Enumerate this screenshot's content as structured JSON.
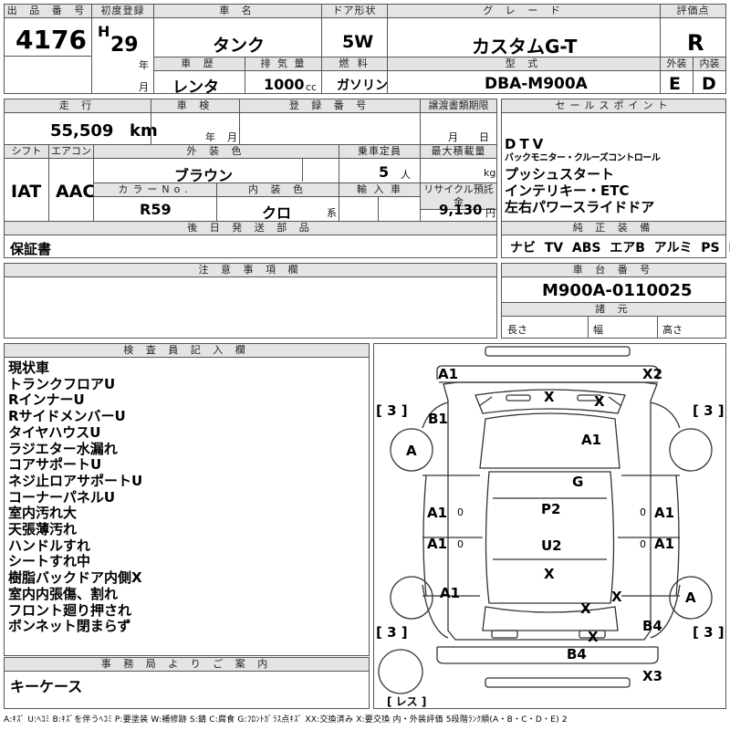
{
  "header": {
    "lot_label": "出 品 番 号",
    "lot_number": "4176",
    "first_reg_label": "初度登録",
    "era": "H",
    "year": "29",
    "year_unit": "年",
    "month_unit": "月",
    "car_name_label": "車 名",
    "car_name": "タンク",
    "door_label": "ドア形状",
    "door": "5W",
    "grade_label": "グ レ ー ド",
    "grade": "カスタムG-T",
    "score_label": "評価点",
    "score": "R",
    "history_label": "車 歴",
    "history": "レンタ",
    "displacement_label": "排 気 量",
    "displacement": "1000",
    "displacement_unit": "cc",
    "fuel_label": "燃 料",
    "fuel": "ガソリン",
    "model_label": "型 式",
    "model": "DBA-M900A",
    "exterior_label": "外装",
    "exterior": "E",
    "interior_label": "内装",
    "interior": "D"
  },
  "specs": {
    "mileage_label": "走 行",
    "mileage": "55,509",
    "mileage_unit": "km",
    "inspection_label": "車 検",
    "inspection_year_unit": "年",
    "inspection_month_unit": "月",
    "reg_no_label": "登 録 番 号",
    "transfer_label": "譲渡書類期限",
    "transfer_month_unit": "月",
    "transfer_day_unit": "日",
    "shift_label": "シフト",
    "shift": "IAT",
    "ac_label": "エアコン",
    "ac": "AAC",
    "color_label": "外 装 色",
    "color": "ブラウン",
    "capacity_label": "乗車定員",
    "capacity": "5",
    "capacity_unit": "人",
    "load_label": "最大積載量",
    "load_unit": "kg",
    "color_no_label": "カラーNo.",
    "color_no": "R59",
    "int_color_label": "内 装 色",
    "int_color": "クロ",
    "int_color_unit": "系",
    "import_label": "輸 入 車",
    "recycle_label": "リサイクル預託金",
    "recycle": "9,130",
    "recycle_unit": "円",
    "parts_label": "後 日 発 送 部 品",
    "parts": "保証書"
  },
  "sales_points": {
    "label": "セールスポイント",
    "items": [
      "DTV",
      "バックモニター・クルーズコントロール",
      "プッシュスタート",
      "インテリキー・ETC",
      "左右パワースライドドア"
    ]
  },
  "equipment": {
    "label": "純 正 装 備",
    "items": [
      "ナビ",
      "TV",
      "ABS",
      "エアB",
      "アルミ",
      "PS",
      "PW"
    ]
  },
  "notes": {
    "label": "注 意 事 項 欄"
  },
  "chassis": {
    "label": "車 台 番 号",
    "number": "M900A-0110025",
    "dims_label": "諸 元",
    "length_label": "長さ",
    "width_label": "幅",
    "height_label": "高さ"
  },
  "inspector": {
    "label": "検 査 員 記 入 欄",
    "items": [
      "現状車",
      "トランクフロアU",
      "RインナーU",
      "RサイドメンバーU",
      "タイヤハウスU",
      "ラジエター水漏れ",
      "コアサポートU",
      "ネジ止ロアサポートU",
      "コーナーパネルU",
      "室内汚れ大",
      "天張薄汚れ",
      "ハンドルすれ",
      "シートすれ中",
      "樹脂バックドア内側X",
      "室内内張傷、割れ",
      "フロント廻り押され",
      "ボンネット閉まらず"
    ]
  },
  "office": {
    "label": "事 務 局 よ り ご 案 内",
    "text": "キーケース"
  },
  "diagram": {
    "tire_marks": [
      "[ 3 ]",
      "[ 3 ]",
      "[ 3 ]",
      "[ 3 ]"
    ],
    "spare_label": "[ レス ]",
    "zero_marks": [
      "0",
      "0",
      "0",
      "0"
    ],
    "marks": [
      "A1",
      "X2",
      "X",
      "X",
      "B1",
      "A",
      "A1",
      "G",
      "A1",
      "P2",
      "A1",
      "A1",
      "U2",
      "A1",
      "X",
      "A1",
      "A",
      "X",
      "X",
      "B4",
      "X",
      "B4",
      "X3"
    ]
  },
  "footer": "A:ｷｽﾞ U:ﾍｺﾐ B:ｷｽﾞを伴うﾍｺﾐ P:要塗装 W:補修跡 S:錆 C:腐食 G:ﾌﾛﾝﾄｶﾞﾗｽ点ｷｽﾞ XX:交換済み X:要交換 内・外装評価 5段階ﾗﾝｸ順(A・B・C・D・E) 2"
}
